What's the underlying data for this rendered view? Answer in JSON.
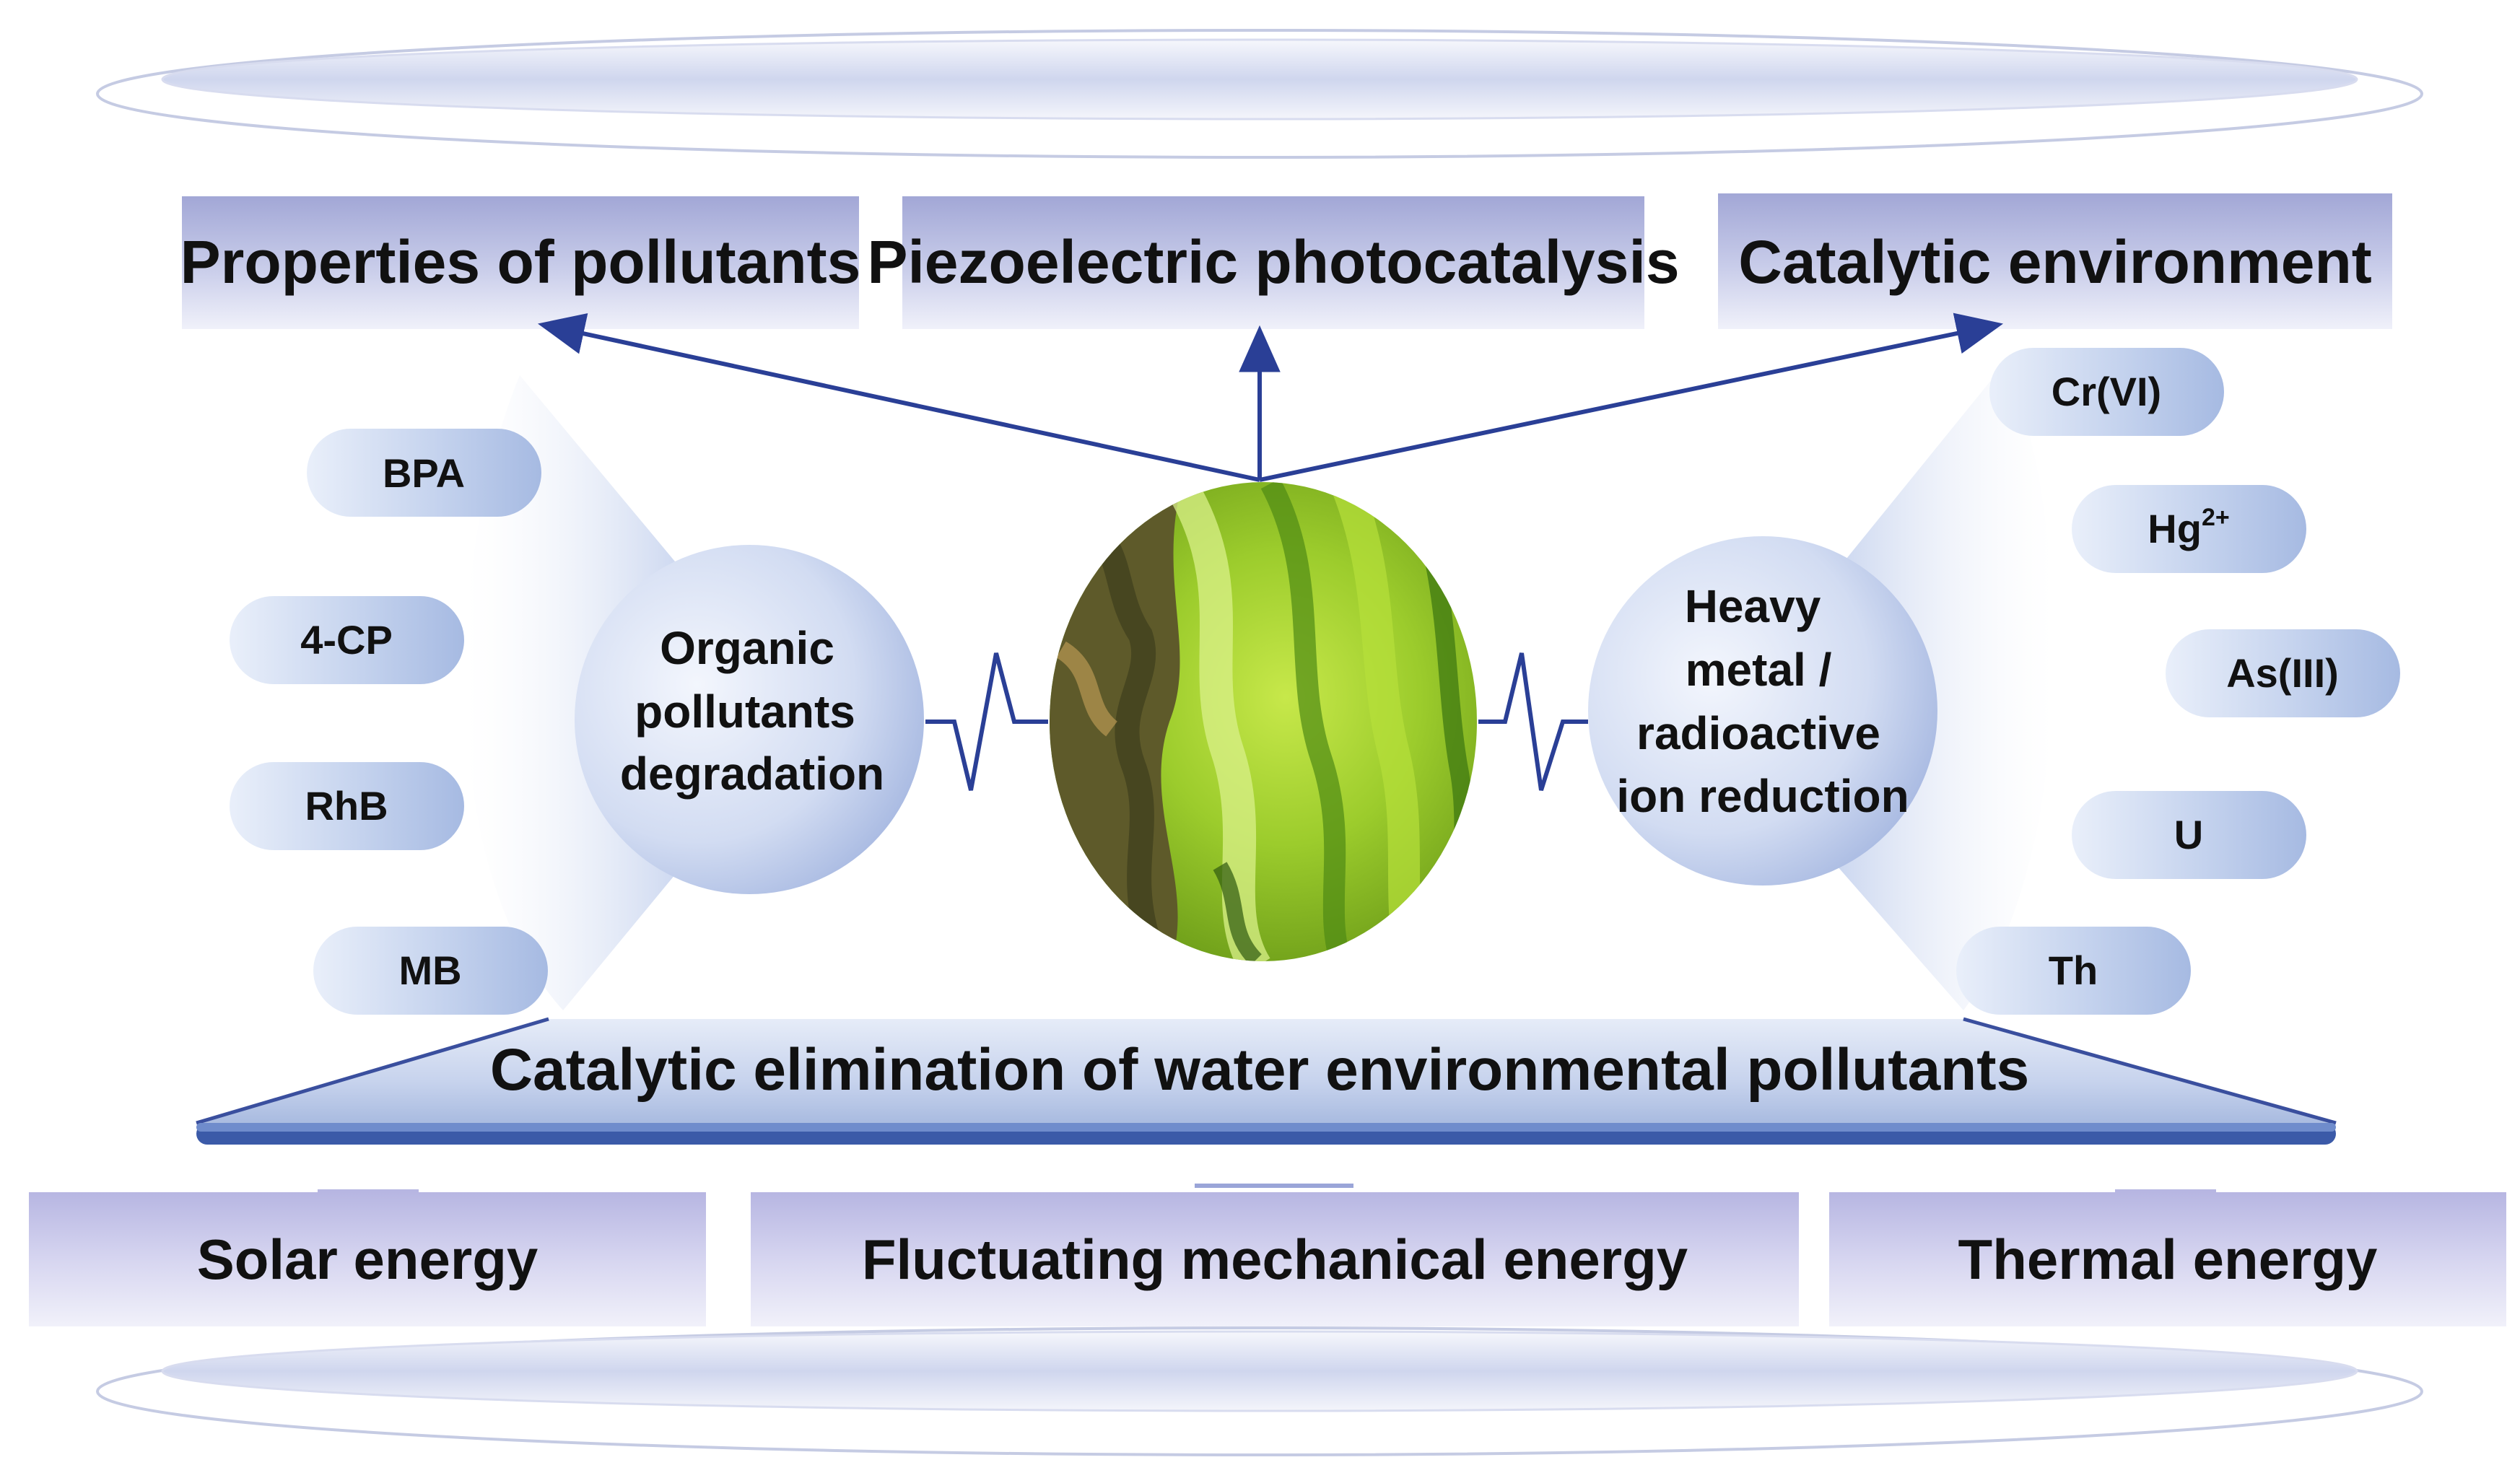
{
  "top_boxes": [
    "Properties of pollutants",
    "Piezoelectric photocatalysis",
    "Catalytic environment"
  ],
  "left_circle": {
    "line1": "Organic",
    "line2": "pollutants",
    "line3": "degradation"
  },
  "right_circle": {
    "line1": "Heavy",
    "line2": "metal /",
    "line3": "radioactive",
    "line4": "ion reduction"
  },
  "left_pills": [
    "BPA",
    "4-CP",
    "RhB",
    "MB"
  ],
  "right_pills": {
    "cr": "Cr(VI)",
    "hg": "Hg",
    "hg_sup": "2+",
    "as": "As(III)",
    "u": "U",
    "th": "Th"
  },
  "band": "Catalytic elimination of water environmental pollutants",
  "energy_boxes": [
    "Solar energy",
    "Fluctuating mechanical energy",
    "Thermal energy"
  ],
  "colors": {
    "arrow": "#2a3f96",
    "box_top": "#a8add8",
    "box_bottom": "#eef0fa",
    "pill": "#b7c6e6",
    "band": "#c3d0ea"
  }
}
